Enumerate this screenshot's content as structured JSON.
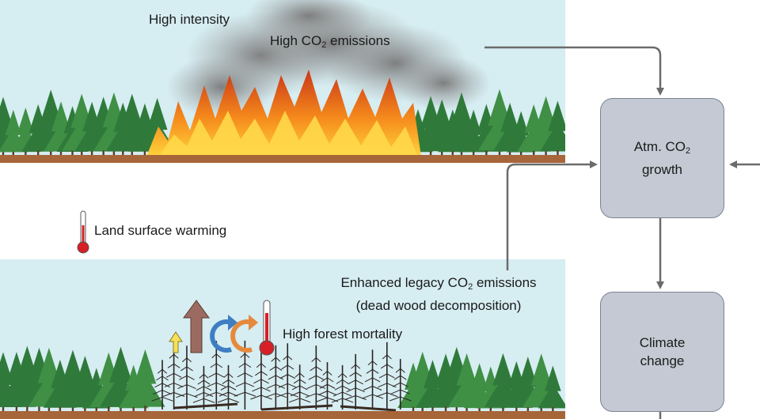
{
  "top_panel": {
    "label_intensity": "High intensity",
    "label_emissions_pre": "High CO",
    "label_emissions_sub": "2",
    "label_emissions_post": " emissions"
  },
  "middle": {
    "label_warming": "Land surface warming"
  },
  "bottom_panel": {
    "legacy_line1_pre": "Enhanced legacy CO",
    "legacy_line1_sub": "2",
    "legacy_line1_post": " emissions",
    "legacy_line2": "(dead wood decomposition)",
    "label_mortality": "High forest mortality"
  },
  "boxes": {
    "atm_line1_pre": "Atm. CO",
    "atm_line1_sub": "2",
    "atm_line2": "growth",
    "climate_line1": "Climate",
    "climate_line2": "change"
  },
  "colors": {
    "sky": "#d6edf2",
    "box_fill": "#c4c9d3",
    "arrow": "#6b6b6b",
    "tree": "#2f7a3a",
    "fire": "#f08a1c",
    "smoke": "#8c8c8c"
  }
}
